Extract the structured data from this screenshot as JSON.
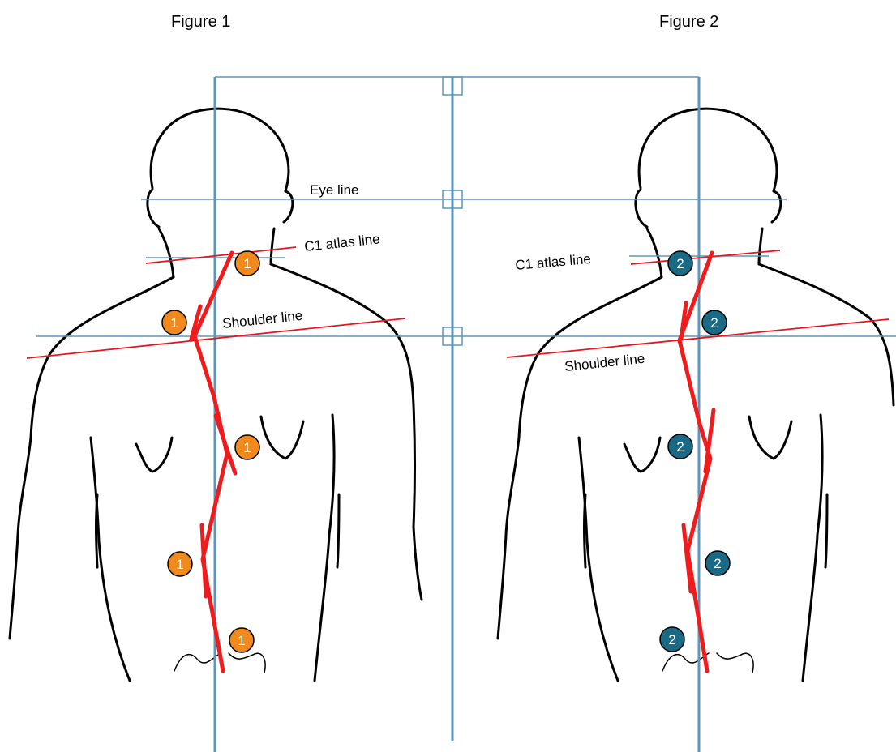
{
  "figures": [
    {
      "title": "Figure 1",
      "labels": {
        "eye": "Eye line",
        "c1": "C1 atlas line",
        "shoulder": "Shoulder line"
      },
      "badge": {
        "text": "1",
        "color": "#f18a1c"
      }
    },
    {
      "title": "Figure 2",
      "labels": {
        "c1": "C1 atlas line",
        "shoulder": "Shoulder line"
      },
      "badge": {
        "text": "2",
        "color": "#1a6a85"
      }
    }
  ],
  "colors": {
    "guide": "#5b97bd",
    "spine": "#ee1c1c",
    "outline": "#000000"
  }
}
